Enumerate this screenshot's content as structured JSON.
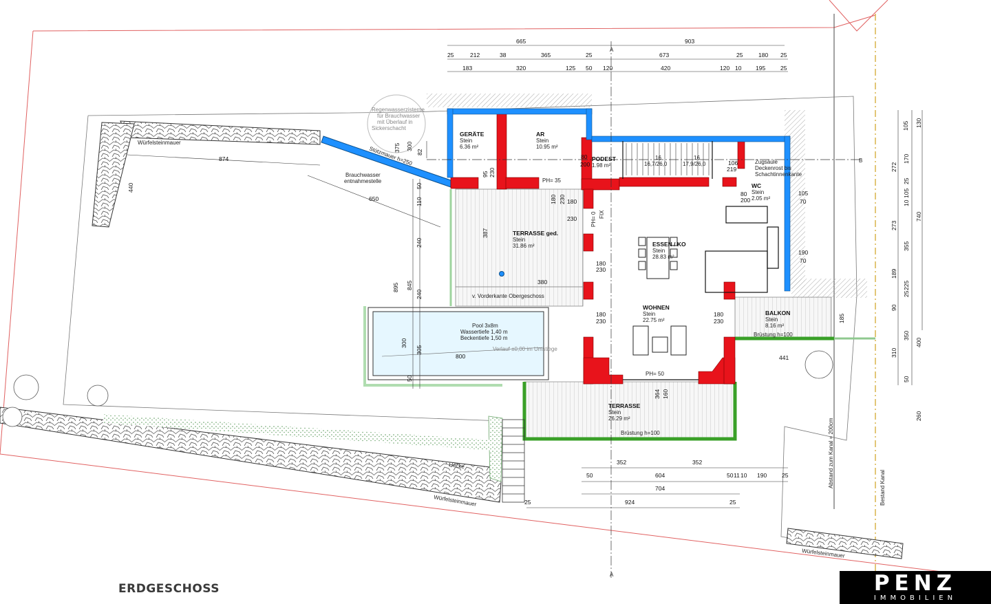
{
  "plan_title": "ERDGESCHOSS",
  "brand": {
    "name": "PENZ",
    "tagline": "IMMOBILIEN"
  },
  "rooms": {
    "geraete": {
      "name": "GERÄTE",
      "floor": "Stein",
      "area": "6.36 m²"
    },
    "ar": {
      "name": "AR",
      "floor": "Stein",
      "area": "10.95 m²"
    },
    "podest": {
      "name": "PODEST",
      "area": "1.98 m²"
    },
    "stair": {
      "a": "16",
      "b": "16,7/26,0",
      "c": "16",
      "d": "17,9/26,0"
    },
    "zuluft": {
      "line1": "Zugsäule",
      "line2": "Deckenrost bis",
      "line3": "Schachtinnenkante"
    },
    "wc": {
      "name": "WC",
      "floor": "Stein",
      "area": "2.05 m²"
    },
    "terrasse_ged": {
      "name": "TERRASSE ged.",
      "floor": "Stein",
      "area": "31.86 m²"
    },
    "essen": {
      "name": "ESSEN / KO",
      "floor": "Stein",
      "area": "28.83 m²"
    },
    "wohnen": {
      "name": "WOHNEN",
      "floor": "Stein",
      "area": "22.75 m²"
    },
    "balkon": {
      "name": "BALKON",
      "floor": "Stein",
      "area": "8.16 m²",
      "rail": "Brüstung h=100"
    },
    "terrasse": {
      "name": "TERRASSE",
      "floor": "Stein",
      "area": "26.29 m²",
      "rail": "Brüstung h=100"
    },
    "pool": {
      "line1": "Pool 3x8m",
      "line2": "Wassertiefe 1,40 m",
      "line3": "Beckentiefe 1,50 m"
    }
  },
  "annotations": {
    "wuerfelstein_top": "Würfelsteinmauer",
    "wuerfelstein_bottom": "Würfelsteinmauer",
    "wuerfelstein_right": "Würfelsteinmauer",
    "brauchwasser": "Brauchwasser",
    "entnahme": "entnahmestelle",
    "regen1": "Regenwasserzisterne",
    "regen2": "für Brauchwasser",
    "regen3": "mit Überlauf in",
    "regen4": "Sickerschacht",
    "stuetzmauer": "Stützmauer h=250",
    "vorderkante": "v. Vorderkante Obergeschoss",
    "verlauf": "Verlauf ±0,00 im Umstiege",
    "hecke": "Hecke",
    "abstand_kanal": "Abstand zum Kanal = 200cm",
    "bestand_kanal": "Bestand Kanal",
    "ph35": "PH= 35",
    "ph50": "PH= 50",
    "ph0": "PH= 0",
    "fix": "FIX",
    "section_a": "A",
    "section_b": "B"
  },
  "dims_top1": [
    "665",
    "903"
  ],
  "dims_top2": [
    "25",
    "212",
    "38",
    "365",
    "25",
    "673",
    "25",
    "180",
    "25"
  ],
  "dims_top3": [
    "183",
    "320",
    "125",
    "50",
    "120",
    "420",
    "120",
    "10",
    "195",
    "25"
  ],
  "dims_left": [
    "895",
    "845",
    "240",
    "240",
    "110",
    "50",
    "300",
    "305",
    "50",
    "375",
    "300",
    "82"
  ],
  "dims_right": [
    "105",
    "130",
    "272",
    "170",
    "740",
    "25",
    "105",
    "10",
    "273",
    "355",
    "189",
    "90",
    "25",
    "225",
    "350",
    "400",
    "310",
    "50",
    "260"
  ],
  "dims_bottom1": [
    "352",
    "352"
  ],
  "dims_bottom2": [
    "50",
    "604",
    "50",
    "11",
    "10",
    "190",
    "25"
  ],
  "dims_bottom3": [
    "704"
  ],
  "dims_bottom4": [
    "25",
    "924",
    "25"
  ],
  "dims_misc": {
    "d874": "874",
    "d440": "440",
    "d650": "650",
    "d387": "387",
    "d380": "380",
    "d800": "800",
    "d441": "441",
    "d185": "185",
    "d80": "80",
    "d200": "200",
    "d180a": "180",
    "d230a": "230",
    "d180b": "180",
    "d230b": "230",
    "d180c": "180",
    "d230c": "230",
    "d180d": "180",
    "d230d": "230",
    "d180e": "180",
    "d230e": "230",
    "d190": "190",
    "d70a": "70",
    "d105": "105",
    "d70b": "70",
    "d106": "106",
    "d219": "219",
    "d80b": "80",
    "d200b": "200",
    "d364": "364",
    "d160": "160",
    "d95": "95",
    "d230f": "230"
  }
}
